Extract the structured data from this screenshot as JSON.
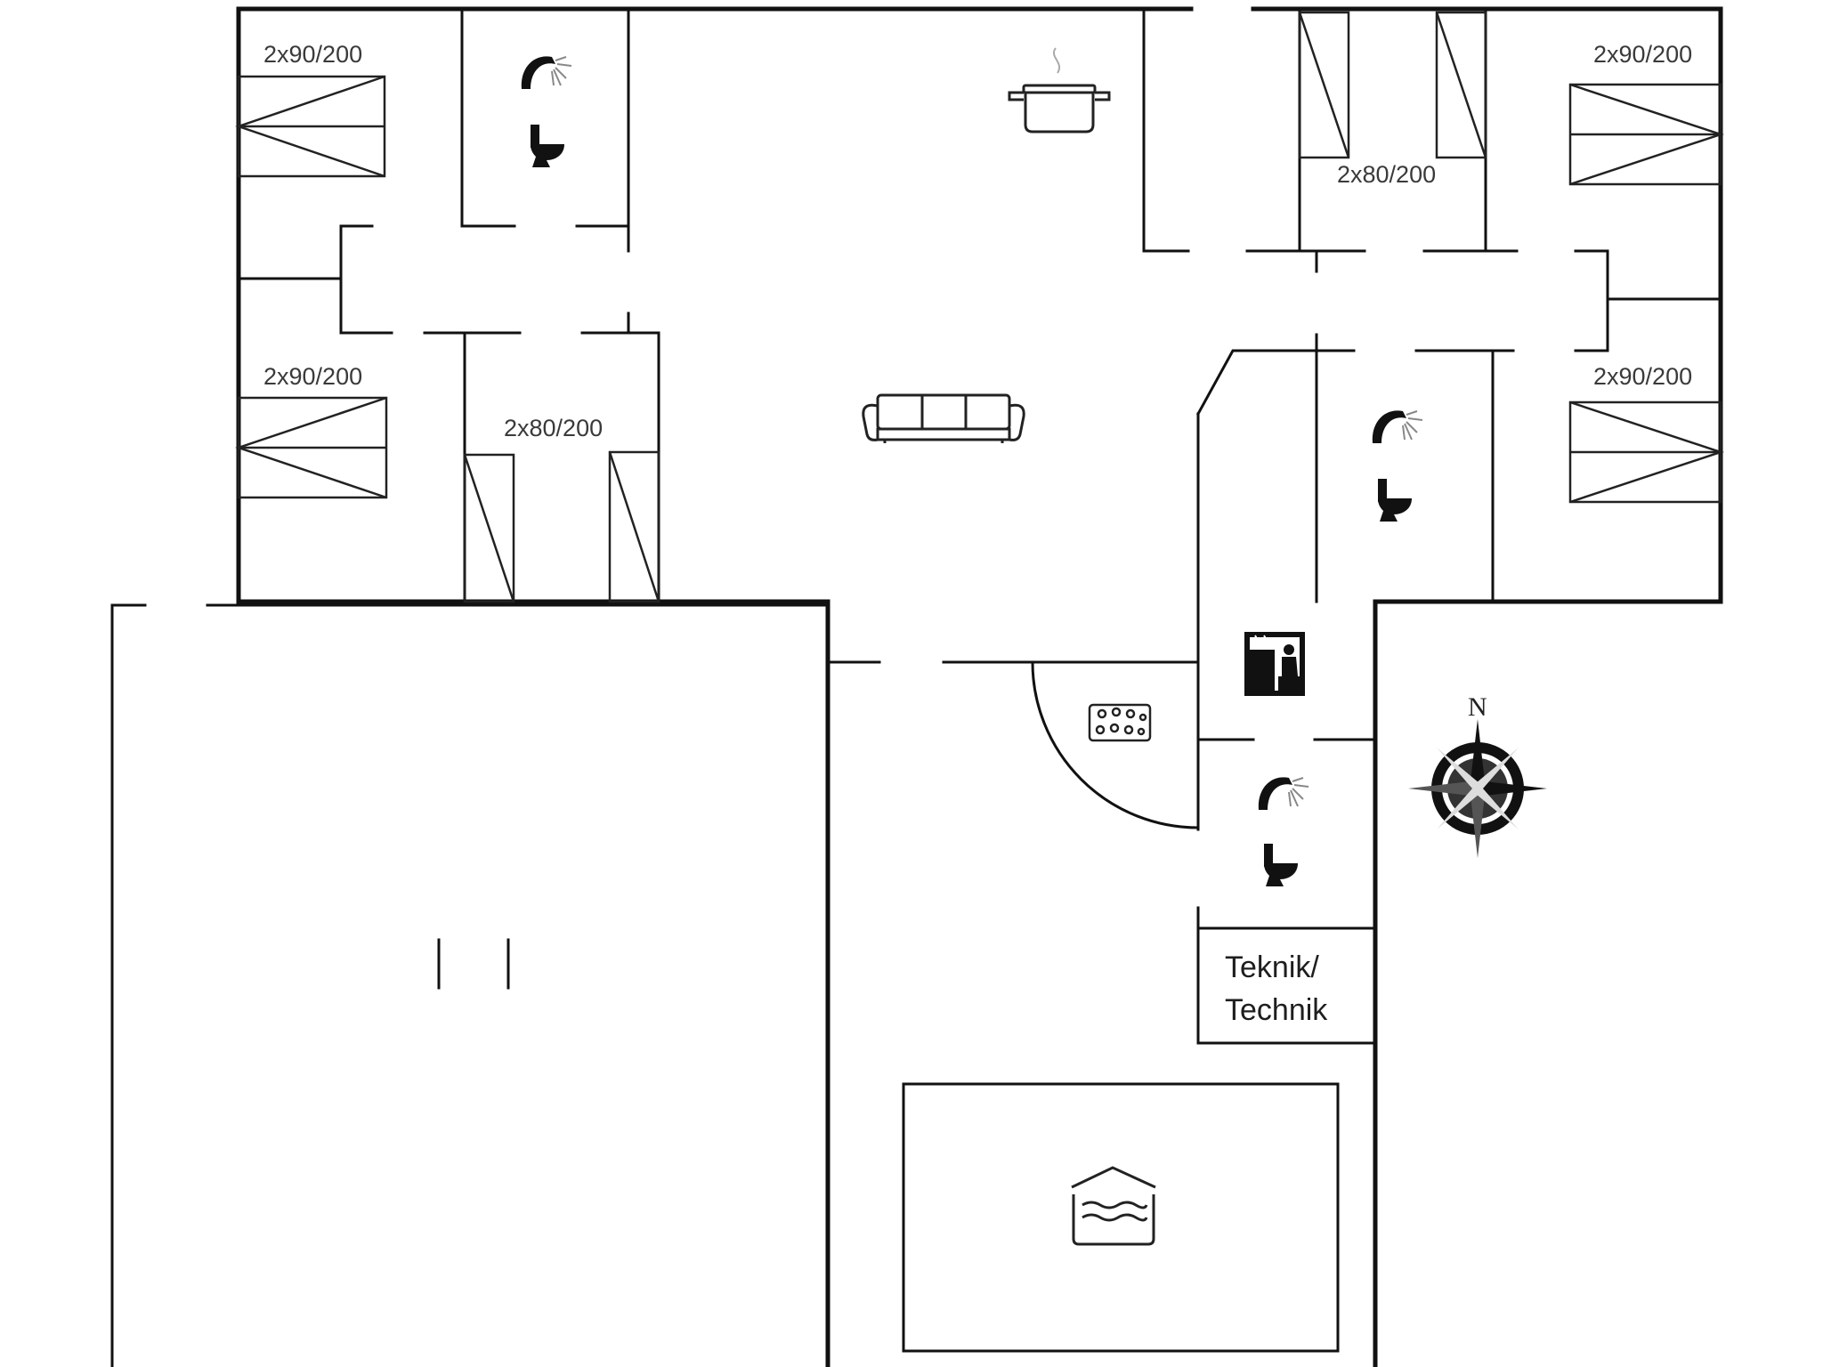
{
  "labels": {
    "bed_nw_top": "2x90/200",
    "bed_nw_bottom": "2x90/200",
    "bed_center_left": "2x80/200",
    "bed_ne_top": "2x90/200",
    "bed_ne_bottom": "2x90/200",
    "bed_center_right": "2x80/200",
    "tech_line1": "Teknik/",
    "tech_line2": "Technik",
    "compass_north": "N"
  },
  "icons": [
    "shower-icon",
    "toilet-icon",
    "kitchen-pot-icon",
    "sofa-icon",
    "sauna-icon",
    "whirlpool-icon",
    "pool-icon",
    "compass-rose-icon"
  ],
  "colors": {
    "wall": "#111111",
    "background": "#ffffff"
  }
}
